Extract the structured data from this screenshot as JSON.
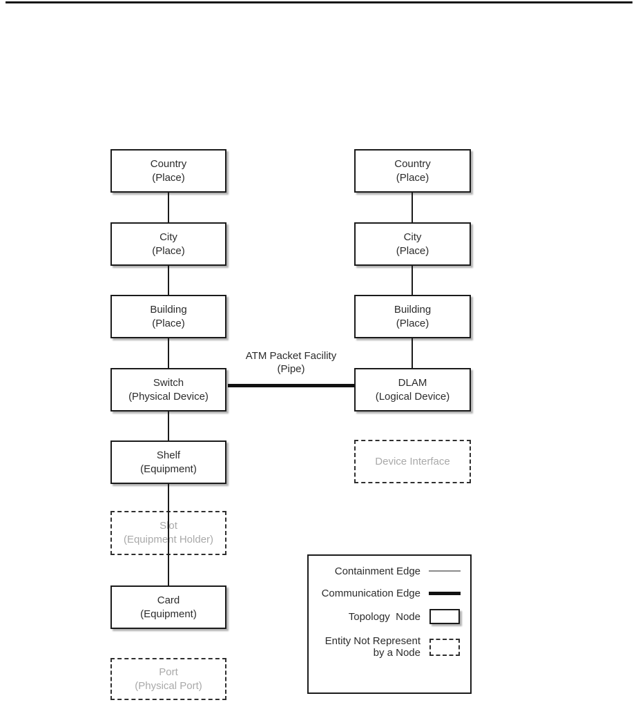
{
  "diagram": {
    "left_column": [
      {
        "title": "Country",
        "subtitle": "(Place)",
        "type": "solid"
      },
      {
        "title": "City",
        "subtitle": "(Place)",
        "type": "solid"
      },
      {
        "title": "Building",
        "subtitle": "(Place)",
        "type": "solid"
      },
      {
        "title": "Switch",
        "subtitle": "(Physical Device)",
        "type": "solid"
      },
      {
        "title": "Shelf",
        "subtitle": "(Equipment)",
        "type": "solid"
      },
      {
        "title": "Slot",
        "subtitle": "(Equipment Holder)",
        "type": "dashed"
      },
      {
        "title": "Card",
        "subtitle": "(Equipment)",
        "type": "solid"
      },
      {
        "title": "Port",
        "subtitle": "(Physical Port)",
        "type": "dashed"
      }
    ],
    "right_column": [
      {
        "title": "Country",
        "subtitle": "(Place)",
        "type": "solid"
      },
      {
        "title": "City",
        "subtitle": "(Place)",
        "type": "solid"
      },
      {
        "title": "Building",
        "subtitle": "(Place)",
        "type": "solid"
      },
      {
        "title": "DLAM",
        "subtitle": "(Logical Device)",
        "type": "solid"
      },
      {
        "title": "Device Interface",
        "subtitle": "",
        "type": "dashed"
      }
    ],
    "pipe_label": {
      "line1": "ATM Packet Facility",
      "line2": "(Pipe)"
    }
  },
  "legend": {
    "items": [
      {
        "label": "Containment Edge",
        "symbol": "thin-line"
      },
      {
        "label": "Communication Edge",
        "symbol": "thick-line"
      },
      {
        "label": "Topology  Node",
        "symbol": "node-box"
      },
      {
        "label": "Entity Not Represent",
        "label2": "by a Node",
        "symbol": "dashed-box"
      }
    ]
  },
  "colors": {
    "border_black": "#1a1a1a",
    "text_dark": "#2b2b2b",
    "text_muted": "#a9a9a9",
    "containment_gray": "#8a8a8a",
    "shadow_gray": "#b3b3b3",
    "background": "#ffffff"
  }
}
